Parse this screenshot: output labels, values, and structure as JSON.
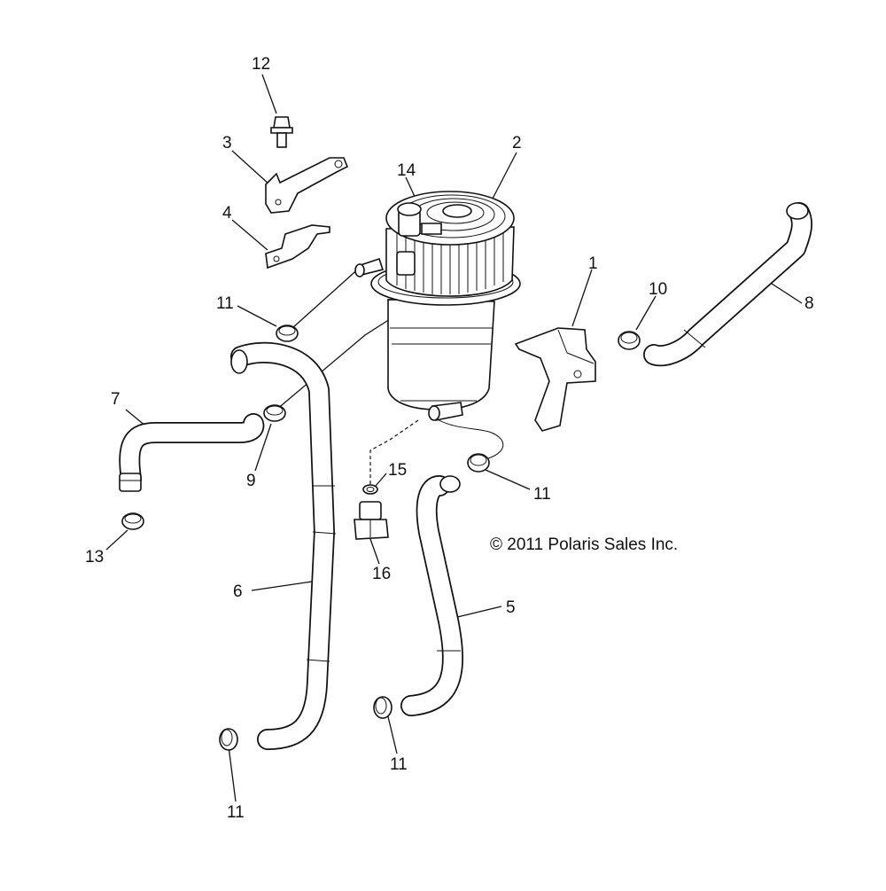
{
  "diagram": {
    "copyright": "© 2011 Polaris Sales Inc.",
    "callouts": {
      "bracket_1": "1",
      "canister_2": "2",
      "bracket_3": "3",
      "bracket_4": "4",
      "hose_5": "5",
      "hose_6": "6",
      "hose_7": "7",
      "hose_8": "8",
      "clamp_9": "9",
      "clamp_10": "10",
      "clamp_11_upper_left": "11",
      "clamp_11_right": "11",
      "clamp_11_bottom_center": "11",
      "clamp_11_bottom_left": "11",
      "bolt_12": "12",
      "clamp_13": "13",
      "fitting_14": "14",
      "oring_15": "15",
      "fitting_16": "16"
    }
  }
}
